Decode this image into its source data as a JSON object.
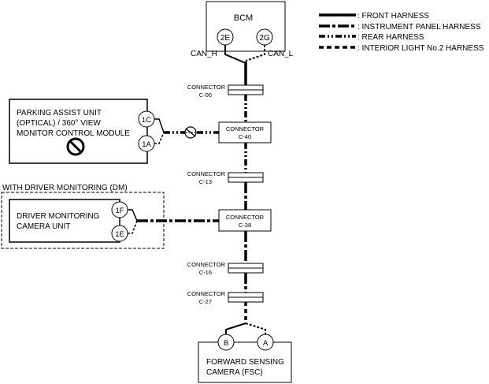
{
  "legend": {
    "front": ": FRONT HARNESS",
    "instrument": ": INSTRUMENT PANEL HARNESS",
    "rear": ": REAR HARNESS",
    "interior": ": INTERIOR LIGHT No.2 HARNESS"
  },
  "bcm": {
    "title": "BCM",
    "pin_can_h": "2E",
    "pin_can_l": "2G",
    "can_h_label": "CAN_H",
    "can_l_label": "CAN_L"
  },
  "connectors": {
    "c06": {
      "word": "CONNECTOR",
      "id": "C-06"
    },
    "c40": {
      "word": "CONNECTOR",
      "id": "C-40"
    },
    "c13": {
      "word": "CONNECTOR",
      "id": "C-13"
    },
    "c38": {
      "word": "CONNECTOR",
      "id": "C-38"
    },
    "c16": {
      "word": "CONNECTOR",
      "id": "C-16"
    },
    "c27": {
      "word": "CONNECTOR",
      "id": "C-27"
    }
  },
  "parking_unit": {
    "line1": "PARKING ASSIST UNIT",
    "line2": "(OPTICAL) / 360° VIEW",
    "line3": "MONITOR CONTROL MODULE",
    "pin_top": "1C",
    "pin_bottom": "1A"
  },
  "driver_monitoring": {
    "group_label": "WITH DRIVER MONITORING (DM)",
    "line1": "DRIVER MONITORING",
    "line2": "CAMERA UNIT",
    "pin_top": "1F",
    "pin_bottom": "1E"
  },
  "fsc": {
    "line1": "FORWARD SENSING",
    "line2": "CAMERA (FSC)",
    "pin_b": "B",
    "pin_a": "A"
  }
}
